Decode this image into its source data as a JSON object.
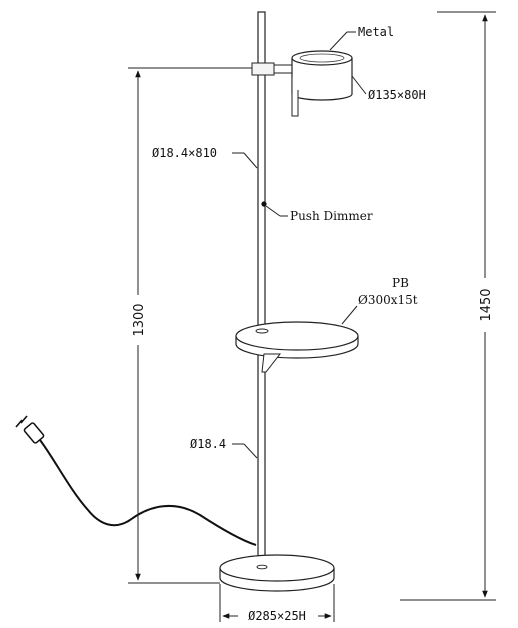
{
  "labels": {
    "metal": "Metal",
    "head": "Ø135×80H",
    "stem": "Ø18.4×810",
    "dimmer": "Push Dimmer",
    "tray_material": "PB",
    "tray_size": "Ø300x15t",
    "lower_stem": "Ø18.4",
    "base": "Ø285×25H"
  },
  "dimensions": {
    "height_1300": "1300",
    "height_1450": "1450"
  },
  "icons": {
    "plug": "plug-icon"
  }
}
